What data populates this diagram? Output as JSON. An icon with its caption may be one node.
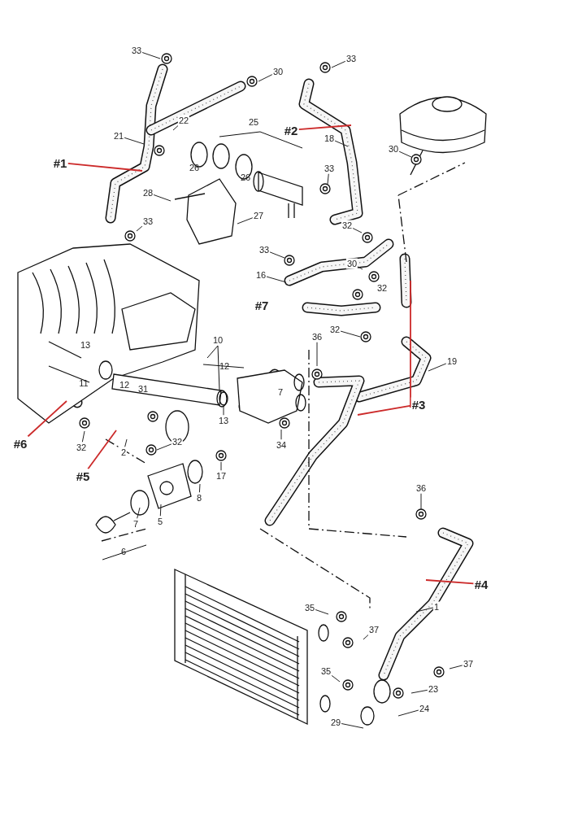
{
  "diagram": {
    "nodes": [
      {
        "text": [
          "33"
        ]
      },
      {
        "text": [
          "30"
        ]
      },
      {
        "text": [
          "22"
        ]
      },
      {
        "text": [
          "21"
        ]
      },
      {
        "text": [
          "#1"
        ]
      },
      {
        "text": [
          "28"
        ]
      },
      {
        "text": [
          "27"
        ]
      },
      {
        "text": [
          "33"
        ]
      },
      {
        "text": [
          "33"
        ]
      },
      {
        "text": [
          "#2"
        ]
      },
      {
        "text": [
          "18"
        ]
      },
      {
        "text": [
          "33"
        ]
      },
      {
        "text": [
          "30"
        ]
      },
      {
        "text": [
          "32"
        ]
      },
      {
        "text": [
          "33"
        ]
      },
      {
        "text": [
          "16"
        ]
      },
      {
        "text": [
          "30"
        ]
      },
      {
        "text": [
          "32"
        ]
      },
      {
        "text": [
          "36"
        ]
      },
      {
        "text": [
          "19"
        ]
      },
      {
        "text": [
          "#3"
        ]
      },
      {
        "text": [
          "34"
        ]
      },
      {
        "text": [
          "#6"
        ]
      },
      {
        "text": [
          "32"
        ]
      },
      {
        "text": [
          "#5"
        ]
      },
      {
        "text": [
          "2"
        ]
      },
      {
        "text": [
          "32"
        ]
      },
      {
        "text": [
          "17"
        ]
      },
      {
        "text": [
          "8"
        ]
      },
      {
        "text": [
          "7"
        ]
      },
      {
        "text": [
          "5"
        ]
      },
      {
        "text": [
          "36"
        ]
      },
      {
        "text": [
          "#4"
        ]
      },
      {
        "text": [
          "1"
        ]
      },
      {
        "text": [
          "35"
        ]
      },
      {
        "text": [
          "37"
        ]
      },
      {
        "text": [
          "35"
        ]
      },
      {
        "text": [
          "37"
        ]
      },
      {
        "text": [
          "23"
        ]
      },
      {
        "text": [
          "24"
        ]
      },
      {
        "text": [
          "29"
        ]
      },
      {
        "text": [
          "13"
        ]
      }
    ],
    "edges": [
      {
        "from": 0,
        "to": null,
        "arrow": "none"
      },
      {
        "from": 1,
        "to": null,
        "arrow": "none"
      },
      {
        "from": 2,
        "to": null,
        "arrow": "none"
      },
      {
        "from": 3,
        "to": null,
        "arrow": "none"
      },
      {
        "from": 4,
        "to": null,
        "arrow": "none",
        "color": "#cc2a2a"
      },
      {
        "from": 5,
        "to": null,
        "arrow": "none"
      },
      {
        "from": 6,
        "to": null,
        "arrow": "none"
      },
      {
        "from": 7,
        "to": null,
        "arrow": "none"
      },
      {
        "from": 8,
        "to": null,
        "arrow": "none"
      },
      {
        "from": 9,
        "to": null,
        "arrow": "none",
        "color": "#cc2a2a"
      },
      {
        "from": 10,
        "to": null,
        "arrow": "none"
      },
      {
        "from": 11,
        "to": null,
        "arrow": "none"
      },
      {
        "from": 12,
        "to": null,
        "arrow": "none"
      },
      {
        "from": 13,
        "to": null,
        "arrow": "none"
      },
      {
        "from": 14,
        "to": null,
        "arrow": "none"
      },
      {
        "from": 15,
        "to": null,
        "arrow": "none"
      },
      {
        "from": 16,
        "to": null,
        "arrow": "none"
      },
      {
        "from": 17,
        "to": null,
        "arrow": "none"
      },
      {
        "from": 18,
        "to": null,
        "arrow": "none"
      },
      {
        "from": 19,
        "to": null,
        "arrow": "none"
      },
      {
        "from": 20,
        "to": null,
        "arrow": "none",
        "color": "#cc2a2a"
      },
      {
        "from": 20,
        "to": null,
        "arrow": "none",
        "color": "#cc2a2a"
      },
      {
        "from": 21,
        "to": null,
        "arrow": "none"
      },
      {
        "from": 22,
        "to": null,
        "arrow": "none",
        "color": "#cc2a2a"
      },
      {
        "from": 23,
        "to": null,
        "arrow": "none"
      },
      {
        "from": 24,
        "to": null,
        "arrow": "none",
        "color": "#cc2a2a"
      },
      {
        "from": 25,
        "to": null,
        "arrow": "none"
      },
      {
        "from": 26,
        "to": null,
        "arrow": "none"
      },
      {
        "from": 27,
        "to": null,
        "arrow": "none"
      },
      {
        "from": 28,
        "to": null,
        "arrow": "none"
      },
      {
        "from": 29,
        "to": null,
        "arrow": "none"
      },
      {
        "from": 30,
        "to": null,
        "arrow": "none"
      },
      {
        "from": 31,
        "to": null,
        "arrow": "none"
      },
      {
        "from": 32,
        "to": null,
        "arrow": "none",
        "color": "#cc2a2a"
      },
      {
        "from": 33,
        "to": null,
        "arrow": "none"
      },
      {
        "from": 34,
        "to": null,
        "arrow": "none"
      },
      {
        "from": 35,
        "to": null,
        "arrow": "none"
      },
      {
        "from": 36,
        "to": null,
        "arrow": "none"
      },
      {
        "from": 37,
        "to": null,
        "arrow": "none"
      },
      {
        "from": 38,
        "to": null,
        "arrow": "none"
      },
      {
        "from": 39,
        "to": null,
        "arrow": "none"
      },
      {
        "from": 40,
        "to": null,
        "arrow": "none"
      },
      {
        "from": 41,
        "to": null,
        "arrow": "none"
      }
    ],
    "labels": [
      "25",
      "26",
      "26",
      "32",
      "#7",
      "13",
      "10",
      "12",
      "11",
      "12",
      "31",
      "7",
      "6"
    ]
  }
}
